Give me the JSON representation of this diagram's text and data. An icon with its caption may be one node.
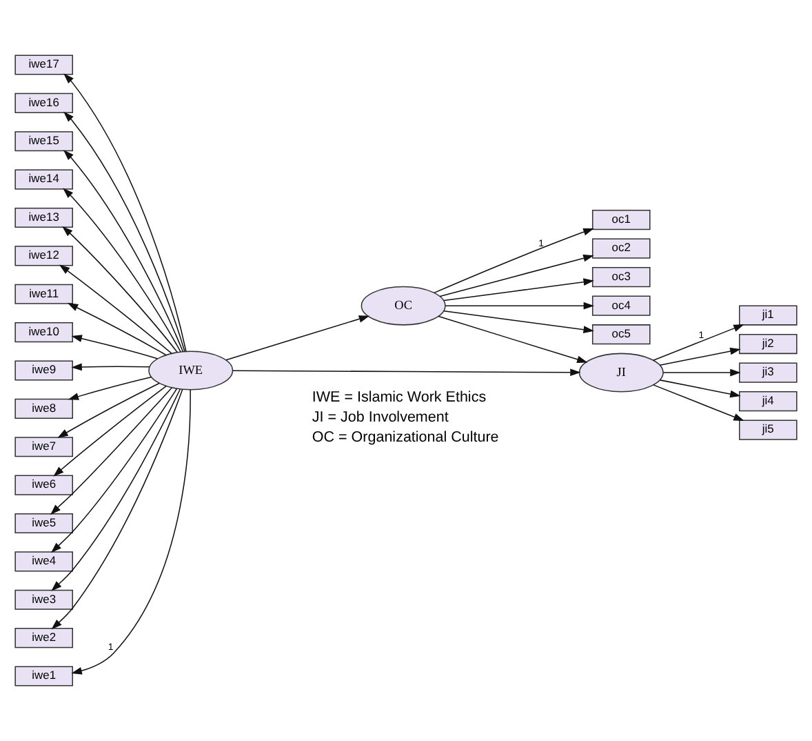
{
  "diagram": {
    "nodes": [
      {
        "text": [
          "iwe17"
        ]
      },
      {
        "text": [
          "iwe16"
        ]
      },
      {
        "text": [
          "iwe15"
        ]
      },
      {
        "text": [
          "iwe14"
        ]
      },
      {
        "text": [
          "iwe13"
        ]
      },
      {
        "text": [
          "iwe12"
        ]
      },
      {
        "text": [
          "iwe11"
        ]
      },
      {
        "text": [
          "iwe10"
        ]
      },
      {
        "text": [
          "iwe9"
        ]
      },
      {
        "text": [
          "iwe8"
        ]
      },
      {
        "text": [
          "iwe7"
        ]
      },
      {
        "text": [
          "iwe6"
        ]
      },
      {
        "text": [
          "iwe5"
        ]
      },
      {
        "text": [
          "iwe4"
        ]
      },
      {
        "text": [
          "iwe3"
        ]
      },
      {
        "text": [
          "iwe2"
        ]
      },
      {
        "text": [
          "iwe1"
        ]
      },
      {
        "text": [
          "oc1"
        ]
      },
      {
        "text": [
          "oc2"
        ]
      },
      {
        "text": [
          "oc3"
        ]
      },
      {
        "text": [
          "oc4"
        ]
      },
      {
        "text": [
          "oc5"
        ]
      },
      {
        "text": [
          "OC"
        ]
      },
      {
        "text": [
          "ji1"
        ]
      },
      {
        "text": [
          "ji2"
        ]
      },
      {
        "text": [
          "ji3"
        ]
      },
      {
        "text": [
          "ji4"
        ]
      },
      {
        "text": [
          "ji5"
        ]
      },
      {
        "text": [
          "IWE"
        ]
      },
      {
        "text": [
          "JI"
        ]
      }
    ],
    "edges": [
      {
        "from": 22,
        "to": 17,
        "arrow": "to",
        "label": "1"
      },
      {
        "from": 22,
        "to": 18,
        "arrow": "to"
      },
      {
        "from": 22,
        "to": 19,
        "arrow": "to"
      },
      {
        "from": 22,
        "to": 20,
        "arrow": "to"
      },
      {
        "from": 22,
        "to": 21,
        "arrow": "to"
      },
      {
        "from": 28,
        "to": 0,
        "arrow": "to"
      },
      {
        "from": 28,
        "to": 1,
        "arrow": "to"
      },
      {
        "from": 28,
        "to": 2,
        "arrow": "to"
      },
      {
        "from": 28,
        "to": 3,
        "arrow": "to"
      },
      {
        "from": 28,
        "to": 4,
        "arrow": "to"
      },
      {
        "from": 28,
        "to": 5,
        "arrow": "to"
      },
      {
        "from": 28,
        "to": 6,
        "arrow": "to"
      },
      {
        "from": 28,
        "to": 7,
        "arrow": "to"
      },
      {
        "from": 28,
        "to": 8,
        "arrow": "to"
      },
      {
        "from": 28,
        "to": 9,
        "arrow": "to"
      },
      {
        "from": 28,
        "to": 10,
        "arrow": "to"
      },
      {
        "from": 28,
        "to": 11,
        "arrow": "to"
      },
      {
        "from": 28,
        "to": 12,
        "arrow": "to"
      },
      {
        "from": 28,
        "to": 13,
        "arrow": "to"
      },
      {
        "from": 28,
        "to": 14,
        "arrow": "to"
      },
      {
        "from": 28,
        "to": 15,
        "arrow": "to"
      },
      {
        "from": 28,
        "to": 16,
        "arrow": "to",
        "label": "1"
      },
      {
        "from": 28,
        "to": 22,
        "arrow": "to"
      },
      {
        "from": 28,
        "to": 29,
        "arrow": "to"
      },
      {
        "from": 22,
        "to": 29,
        "arrow": "to"
      },
      {
        "from": 29,
        "to": 23,
        "arrow": "to",
        "label": "1"
      },
      {
        "from": 29,
        "to": 24,
        "arrow": "to"
      },
      {
        "from": 29,
        "to": 25,
        "arrow": "to"
      },
      {
        "from": 29,
        "to": 26,
        "arrow": "to"
      },
      {
        "from": 29,
        "to": 27,
        "arrow": "to"
      }
    ],
    "labels": [
      "IWE = Islamic Work Ethics",
      "JI = Job Involvement",
      "OC = Organizational Culture"
    ]
  }
}
